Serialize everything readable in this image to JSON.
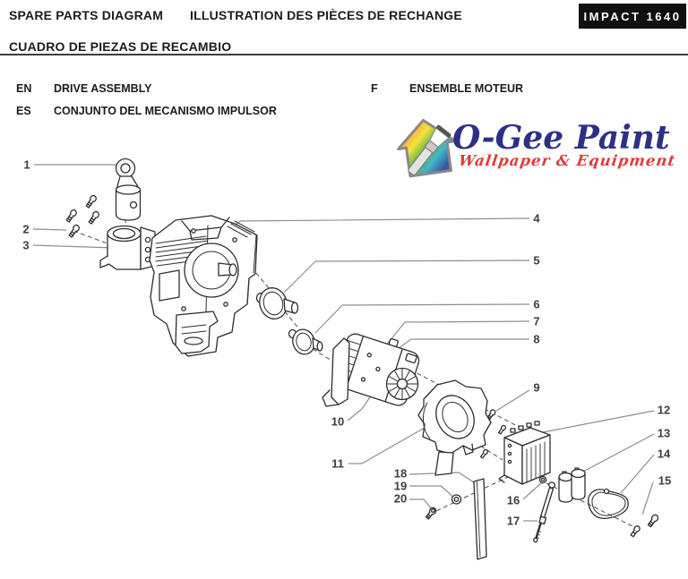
{
  "header": {
    "title_en": "SPARE PARTS DIAGRAM",
    "title_fr": "ILLUSTRATION DES PIÈCES DE RECHANGE",
    "title_es": "CUADRO DE PIEZAS DE RECAMBIO",
    "model": "IMPACT 1640"
  },
  "legend": {
    "en": {
      "code": "EN",
      "label": "DRIVE ASSEMBLY"
    },
    "es": {
      "code": "ES",
      "label": "CONJUNTO DEL MECANISMO IMPULSOR"
    },
    "fr": {
      "code": "F",
      "label": "ENSEMBLE MOTEUR"
    }
  },
  "logo": {
    "name": "O-Gee Paint",
    "tagline": "Wallpaper & Equipment"
  },
  "colors": {
    "badge_bg": "#101010",
    "badge_text": "#ffffff",
    "logo_name": "#2e3086",
    "logo_tagline": "#e23b3a",
    "line_art": "#2e2e2e",
    "leader_line": "#8f8f8f"
  },
  "diagram": {
    "callouts": [
      {
        "label": "1"
      },
      {
        "label": "2"
      },
      {
        "label": "3"
      },
      {
        "label": "4"
      },
      {
        "label": "5"
      },
      {
        "label": "6"
      },
      {
        "label": "7"
      },
      {
        "label": "8"
      },
      {
        "label": "9"
      },
      {
        "label": "10"
      },
      {
        "label": "11"
      },
      {
        "label": "12"
      },
      {
        "label": "13"
      },
      {
        "label": "14"
      },
      {
        "label": "15"
      },
      {
        "label": "16"
      },
      {
        "label": "17"
      },
      {
        "label": "18"
      },
      {
        "label": "19"
      },
      {
        "label": "20"
      }
    ]
  }
}
